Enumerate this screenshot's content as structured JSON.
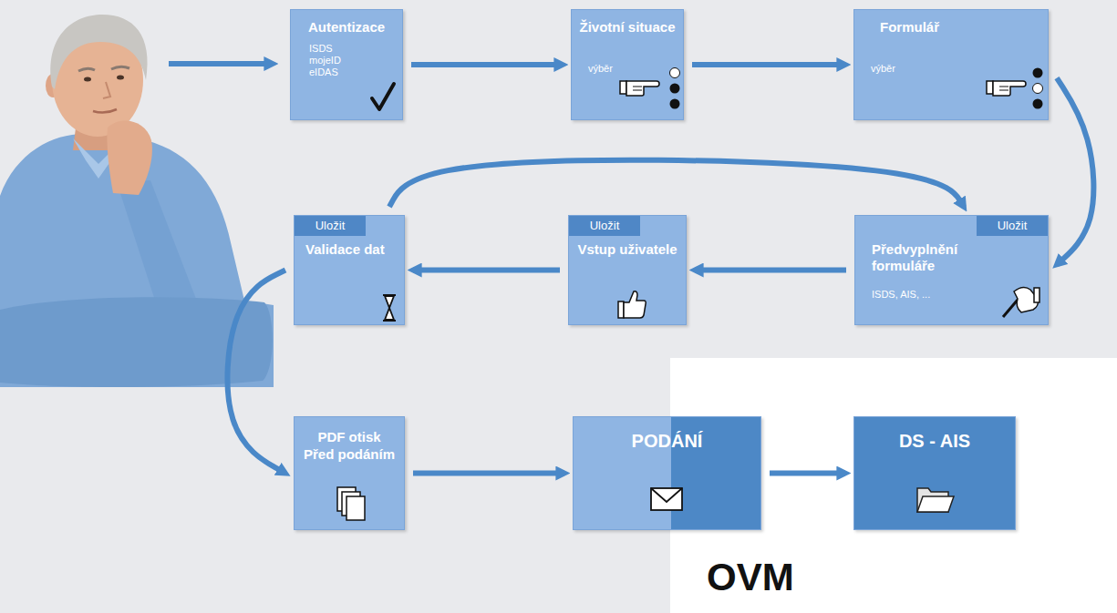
{
  "diagram": {
    "nodes": [
      {
        "text": [
          "Autentizace",
          "ISDS mojeID eIDAS"
        ]
      },
      {
        "text": [
          "Životní situace",
          "výběr"
        ]
      },
      {
        "text": [
          "Formulář",
          "výběr"
        ]
      },
      {
        "text": [
          "Uložit",
          "Předvyplnění formuláře",
          "ISDS, AIS, ..."
        ]
      },
      {
        "text": [
          "Uložit",
          "Vstup uživatele"
        ]
      },
      {
        "text": [
          "Uložit",
          "Validace dat"
        ]
      },
      {
        "text": [
          "PDF otisk Před podáním"
        ]
      },
      {
        "text": [
          "PODÁNÍ"
        ]
      },
      {
        "text": [
          "OVM"
        ]
      },
      {
        "text": [
          "DS - AIS"
        ],
        "in": 8
      }
    ],
    "edges": [
      {
        "from": 0,
        "to": 1,
        "arrow": "to"
      },
      {
        "from": 1,
        "to": 2,
        "arrow": "to"
      },
      {
        "from": 2,
        "to": 3,
        "arrow": "to"
      },
      {
        "from": 3,
        "to": 4,
        "arrow": "to"
      },
      {
        "from": 4,
        "to": 5,
        "arrow": "to"
      },
      {
        "from": 5,
        "to": 3,
        "arrow": "to"
      },
      {
        "from": 5,
        "to": 6,
        "arrow": "to"
      },
      {
        "from": 6,
        "to": 7,
        "arrow": "to"
      },
      {
        "from": 7,
        "to": 9,
        "arrow": "to"
      }
    ]
  }
}
